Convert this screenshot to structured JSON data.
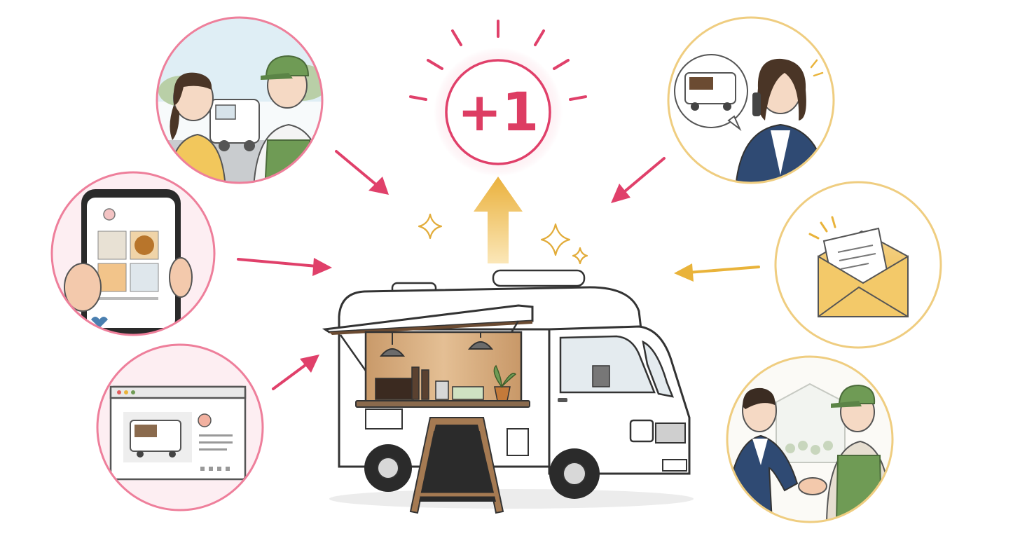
{
  "badge": {
    "label": "+1"
  },
  "colors": {
    "pink_accent": "#e0406a",
    "pink_ring": "#ee7f9b",
    "gold_accent": "#e9b33a",
    "gold_ring": "#efcd80",
    "apron_green": "#6f9b55",
    "awning_brown": "#6b4b32",
    "chalkboard": "#2b2b2b"
  },
  "scenes": [
    {
      "id": "word-of-mouth",
      "icon": "customer-talking-to-vendor-icon",
      "theme": "pink"
    },
    {
      "id": "social-media",
      "icon": "smartphone-photo-feed-icon",
      "theme": "pink"
    },
    {
      "id": "website",
      "icon": "browser-website-icon",
      "theme": "pink"
    },
    {
      "id": "phone-inquiry",
      "icon": "woman-phone-call-icon",
      "theme": "gold"
    },
    {
      "id": "mail",
      "icon": "envelope-letter-icon",
      "theme": "gold"
    },
    {
      "id": "business-partnership",
      "icon": "handshake-icon",
      "theme": "gold"
    }
  ],
  "center": {
    "icon": "food-truck-icon",
    "sign_icon": "chalkboard-sign-icon"
  },
  "growth": {
    "icon": "up-arrow-icon"
  }
}
